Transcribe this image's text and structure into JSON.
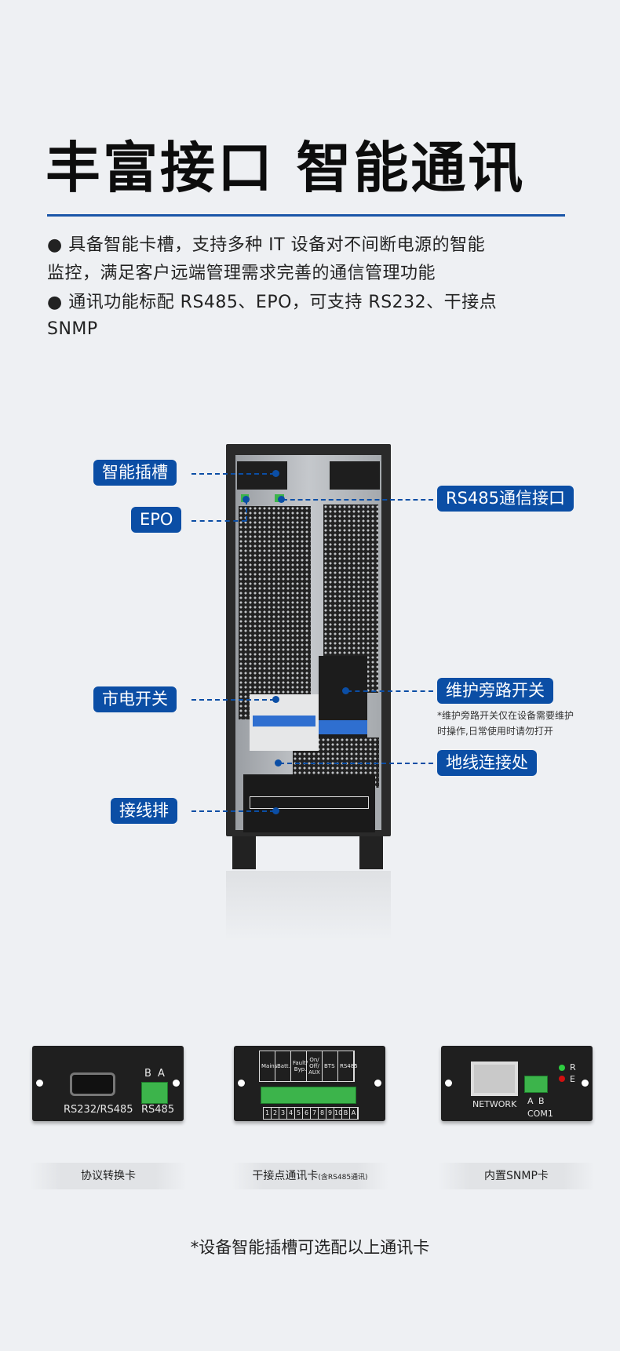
{
  "header": {
    "title": "丰富接口 智能通讯"
  },
  "bullets": [
    {
      "lines": [
        "● 具备智能卡槽，支持多种 IT 设备对不间断电源的智能",
        "监控，满足客户远端管理需求完善的通信管理功能"
      ]
    },
    {
      "lines": [
        "● 通讯功能标配 RS485、EPO，可支持 RS232、干接点",
        "SNMP"
      ]
    }
  ],
  "callouts": {
    "smart_slot": "智能插槽",
    "epo": "EPO",
    "rs485": "RS485通信接口",
    "mains_switch": "市电开关",
    "bypass_switch": "维护旁路开关",
    "bypass_note": [
      "*维护旁路开关仅在设备需要维护",
      "时操作,日常使用时请勿打开"
    ],
    "ground": "地线连接处",
    "terminal": "接线排"
  },
  "cards": [
    {
      "caption": "协议转换卡",
      "labels": [
        "RS232/RS485",
        "RS485",
        "B",
        "A"
      ]
    },
    {
      "caption": "干接点通讯卡",
      "caption_small": "(含RS485通讯)",
      "headers": [
        "Mains",
        "Batt.",
        "Fault/ Byp.",
        "On/ Off/ AUX",
        "BTS",
        "RS485"
      ],
      "pins": [
        "1",
        "2",
        "3",
        "4",
        "5",
        "6",
        "7",
        "8",
        "9",
        "10",
        "B",
        "A"
      ]
    },
    {
      "caption": "内置SNMP卡",
      "labels": [
        "NETWORK",
        "A",
        "B",
        "COM1",
        "R",
        "E"
      ]
    }
  ],
  "colors": {
    "accent": "#0b4ea5",
    "background": "#eef0f3"
  },
  "footer": {
    "note": "*设备智能插槽可选配以上通讯卡"
  }
}
